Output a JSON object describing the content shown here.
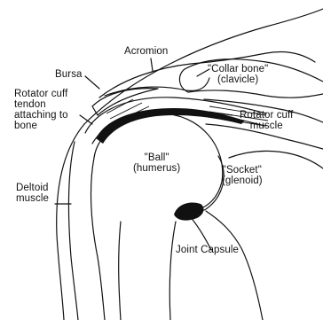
{
  "labels": {
    "acromion": "Acromion",
    "collarbone": "\"Collar bone\"\n(clavicle)",
    "bursa": "Bursa",
    "rotator_cuff_tendon": "Rotator cuff\ntendon\nattaching to\nbone",
    "rotator_cuff_muscle": "Rotator cuff\nmuscle",
    "ball": "\"Ball\"\n(humerus)",
    "socket": "\"Socket\"\n(glenoid)",
    "deltoid": "Deltoid\nmuscle",
    "joint_capsule": "Joint Capsule"
  },
  "colors": {
    "ink": "#111111",
    "background": "#ffffff"
  }
}
